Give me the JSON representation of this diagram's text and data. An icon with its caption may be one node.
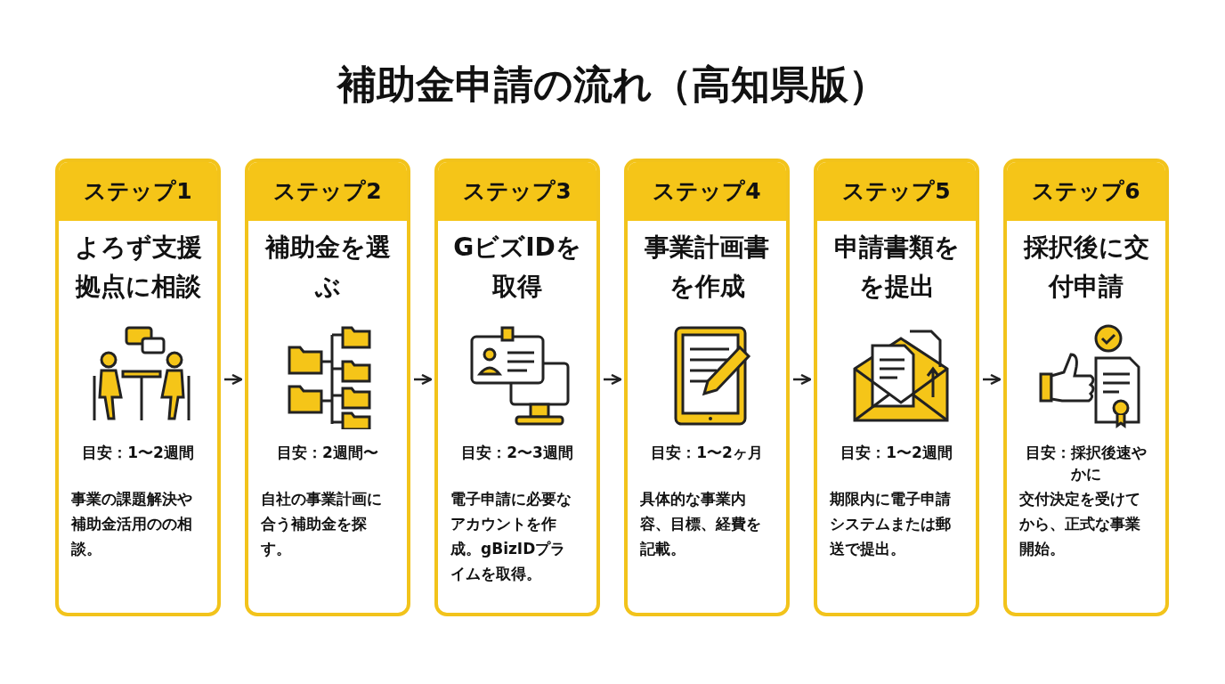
{
  "diagram": {
    "title": "補助金申請の流れ（高知県版）",
    "nodes": [
      {
        "text": [
          "ステップ1",
          "よろず支援拠点に相談",
          "目安：1〜2週間",
          "事業の課題解決や補助金活用のの相談。"
        ]
      },
      {
        "text": [
          "ステップ2",
          "補助金を選ぶ",
          "目安：2週間〜",
          "自社の事業計画に合う補助金を探す。"
        ]
      },
      {
        "text": [
          "ステップ3",
          "GビズIDを取得",
          "目安：2〜3週間",
          "電子申請に必要なアカウントを作成。gBizIDプライムを取得。"
        ]
      },
      {
        "text": [
          "ステップ4",
          "事業計画書を作成",
          "目安：1〜2ヶ月",
          "具体的な事業内容、目標、経費を記載。"
        ]
      },
      {
        "text": [
          "ステップ5",
          "申請書類をを提出",
          "目安：1〜2週間",
          "期限内に電子申請システムまたは郵送で提出。"
        ]
      },
      {
        "text": [
          "ステップ6",
          "採択後に交付申請",
          "目安：採択後速やかに",
          "交付決定を受けてから、正式な事業開始。"
        ]
      }
    ],
    "edges": [
      {
        "from": 0,
        "to": 1,
        "arrow": "to"
      },
      {
        "from": 1,
        "to": 2,
        "arrow": "to"
      },
      {
        "from": 2,
        "to": 3,
        "arrow": "to"
      },
      {
        "from": 3,
        "to": 4,
        "arrow": "to"
      },
      {
        "from": 4,
        "to": 5,
        "arrow": "to"
      }
    ]
  }
}
